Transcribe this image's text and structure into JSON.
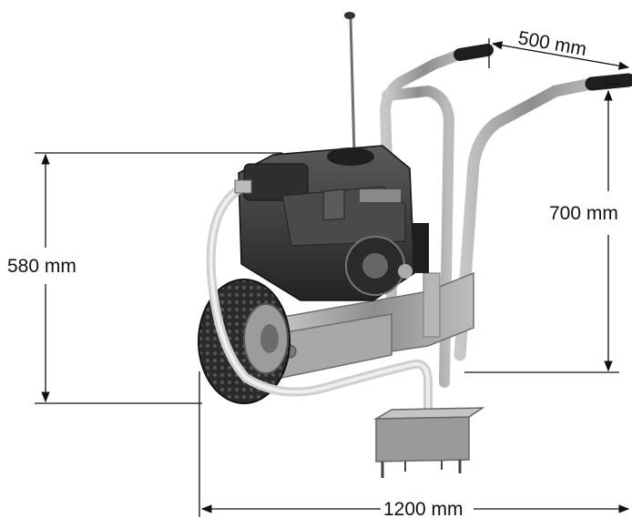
{
  "dimensions": {
    "width": "500 mm",
    "handle_height": "700 mm",
    "frame_height": "580 mm",
    "length": "1200 mm"
  },
  "colors": {
    "dim_line": "#111111",
    "frame": "#9a9a9a",
    "engine": "#3d3d3d",
    "tire": "#2b2b2b",
    "hose": "#d6d6d6"
  }
}
